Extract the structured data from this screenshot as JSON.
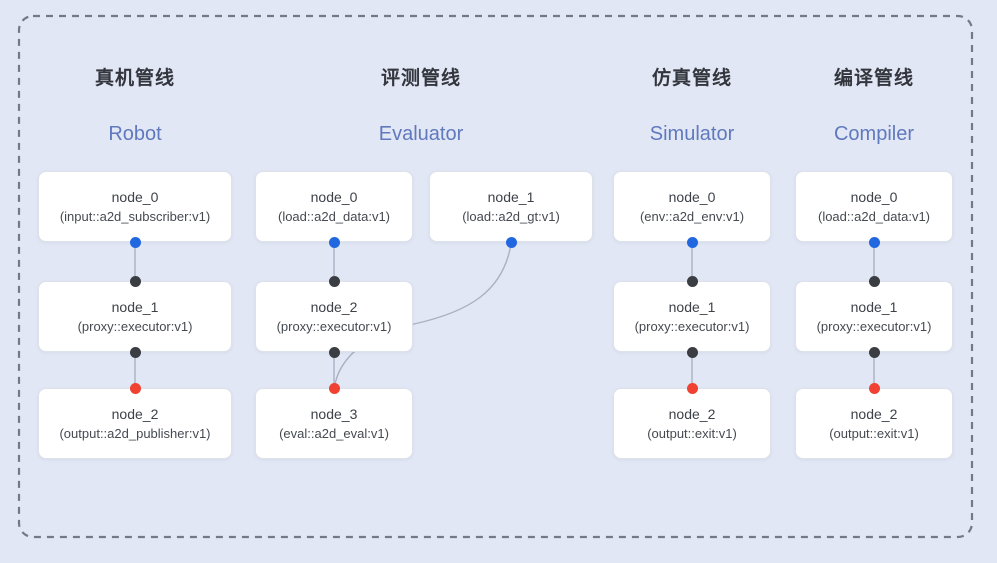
{
  "colors": {
    "background": "#e2e7f5",
    "frame_dash": "#747a85",
    "node_fill": "#ffffff",
    "node_border": "#dde1ea",
    "node_text": "#3d4249",
    "pipeline_title_zh": "#33363d",
    "pipeline_title_en": "#6079bd",
    "edge": "#a9b1c2",
    "port_source_dot": "#2167e0",
    "port_mid_dot": "#3a3d42",
    "port_sink_dot": "#f04132"
  },
  "diagram": {
    "pipelines": [
      {
        "id": "robot",
        "title_zh": "真机管线",
        "title_en": "Robot",
        "nodes": [
          {
            "name": "node_0",
            "type": "(input::a2d_subscriber:v1)"
          },
          {
            "name": "node_1",
            "type": "(proxy::executor:v1)"
          },
          {
            "name": "node_2",
            "type": "(output::a2d_publisher:v1)"
          }
        ],
        "edges": [
          [
            "node_0",
            "node_1"
          ],
          [
            "node_1",
            "node_2"
          ]
        ]
      },
      {
        "id": "evaluator",
        "title_zh": "评测管线",
        "title_en": "Evaluator",
        "nodes": [
          {
            "name": "node_0",
            "type": "(load::a2d_data:v1)"
          },
          {
            "name": "node_1",
            "type": "(load::a2d_gt:v1)"
          },
          {
            "name": "node_2",
            "type": "(proxy::executor:v1)"
          },
          {
            "name": "node_3",
            "type": "(eval::a2d_eval:v1)"
          }
        ],
        "edges": [
          [
            "node_0",
            "node_2"
          ],
          [
            "node_1",
            "node_3"
          ],
          [
            "node_2",
            "node_3"
          ]
        ]
      },
      {
        "id": "simulator",
        "title_zh": "仿真管线",
        "title_en": "Simulator",
        "nodes": [
          {
            "name": "node_0",
            "type": "(env::a2d_env:v1)"
          },
          {
            "name": "node_1",
            "type": "(proxy::executor:v1)"
          },
          {
            "name": "node_2",
            "type": "(output::exit:v1)"
          }
        ],
        "edges": [
          [
            "node_0",
            "node_1"
          ],
          [
            "node_1",
            "node_2"
          ]
        ]
      },
      {
        "id": "compiler",
        "title_zh": "编译管线",
        "title_en": "Compiler",
        "nodes": [
          {
            "name": "node_0",
            "type": "(load::a2d_data:v1)"
          },
          {
            "name": "node_1",
            "type": "(proxy::executor:v1)"
          },
          {
            "name": "node_2",
            "type": "(output::exit:v1)"
          }
        ],
        "edges": [
          [
            "node_0",
            "node_1"
          ],
          [
            "node_1",
            "node_2"
          ]
        ]
      }
    ]
  }
}
